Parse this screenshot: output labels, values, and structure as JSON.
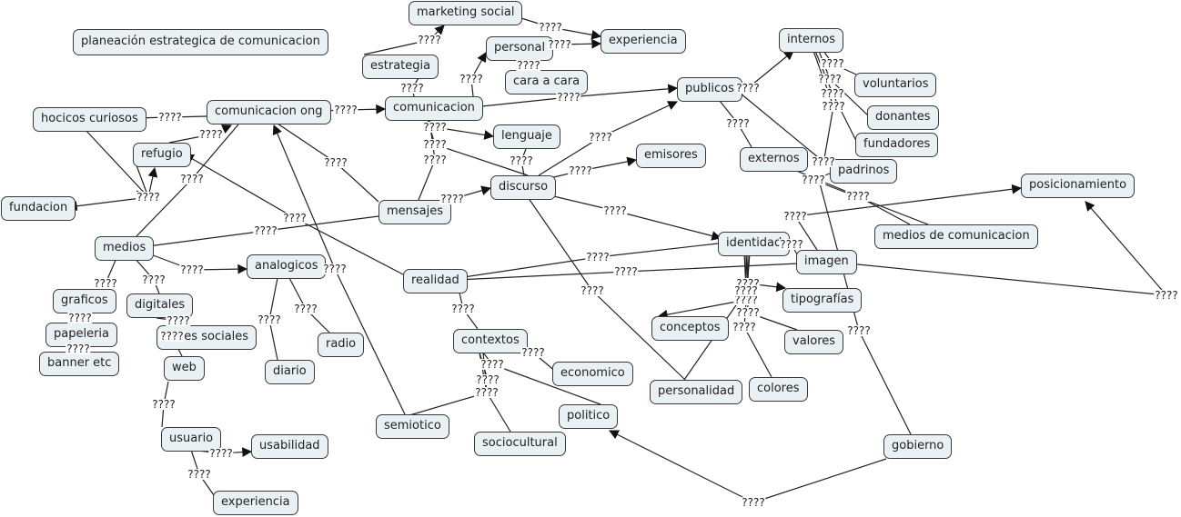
{
  "map_title": "planeación estrategica de comunicacion",
  "link_label": "????",
  "colors": {
    "node_fill": "#eaf1f4",
    "node_border": "#3a3a3a",
    "line": "#222222"
  },
  "nodes": [
    {
      "id": "titulo",
      "label": "planeación estrategica de comunicacion"
    },
    {
      "id": "marketing_social",
      "label": "marketing social"
    },
    {
      "id": "experiencia1",
      "label": "experiencia"
    },
    {
      "id": "personal",
      "label": "personal"
    },
    {
      "id": "estrategia",
      "label": "estrategia"
    },
    {
      "id": "cara_a_cara",
      "label": "cara a cara"
    },
    {
      "id": "internos",
      "label": "internos"
    },
    {
      "id": "voluntarios",
      "label": "voluntarios"
    },
    {
      "id": "publicos",
      "label": "publicos"
    },
    {
      "id": "donantes",
      "label": "donantes"
    },
    {
      "id": "hocicos",
      "label": "hocicos curiosos"
    },
    {
      "id": "com_ong",
      "label": "comunicacion ong"
    },
    {
      "id": "comunicacion",
      "label": "comunicacion"
    },
    {
      "id": "lenguaje",
      "label": "lenguaje"
    },
    {
      "id": "fundadores",
      "label": "fundadores"
    },
    {
      "id": "refugio",
      "label": "refugio"
    },
    {
      "id": "emisores",
      "label": "emisores"
    },
    {
      "id": "externos",
      "label": "externos"
    },
    {
      "id": "padrinos",
      "label": "padrinos"
    },
    {
      "id": "posicionamiento",
      "label": "posicionamiento"
    },
    {
      "id": "discurso",
      "label": "discurso"
    },
    {
      "id": "fundacion",
      "label": "fundacion"
    },
    {
      "id": "mensajes",
      "label": "mensajes"
    },
    {
      "id": "medios_com",
      "label": "medios de comunicacion"
    },
    {
      "id": "medios",
      "label": "medios"
    },
    {
      "id": "identidad",
      "label": "identidad"
    },
    {
      "id": "imagen",
      "label": "imagen"
    },
    {
      "id": "analogicos",
      "label": "analogicos"
    },
    {
      "id": "realidad",
      "label": "realidad"
    },
    {
      "id": "graficos",
      "label": "graficos"
    },
    {
      "id": "tipografias",
      "label": "tipografías"
    },
    {
      "id": "digitales",
      "label": "digitales"
    },
    {
      "id": "conceptos",
      "label": "conceptos"
    },
    {
      "id": "papeleria",
      "label": "papeleria"
    },
    {
      "id": "redes",
      "label": "redes sociales"
    },
    {
      "id": "contextos",
      "label": "contextos"
    },
    {
      "id": "valores",
      "label": "valores"
    },
    {
      "id": "radio",
      "label": "radio"
    },
    {
      "id": "banner",
      "label": "banner etc"
    },
    {
      "id": "web",
      "label": "web"
    },
    {
      "id": "diario",
      "label": "diario"
    },
    {
      "id": "economico",
      "label": "economico"
    },
    {
      "id": "colores",
      "label": "colores"
    },
    {
      "id": "personalidad",
      "label": "personalidad"
    },
    {
      "id": "politico",
      "label": "politico"
    },
    {
      "id": "semiotico",
      "label": "semiotico"
    },
    {
      "id": "usuario",
      "label": "usuario"
    },
    {
      "id": "gobierno",
      "label": "gobierno"
    },
    {
      "id": "sociocultural",
      "label": "sociocultural"
    },
    {
      "id": "usabilidad",
      "label": "usabilidad"
    },
    {
      "id": "experiencia2",
      "label": "experiencia"
    }
  ]
}
